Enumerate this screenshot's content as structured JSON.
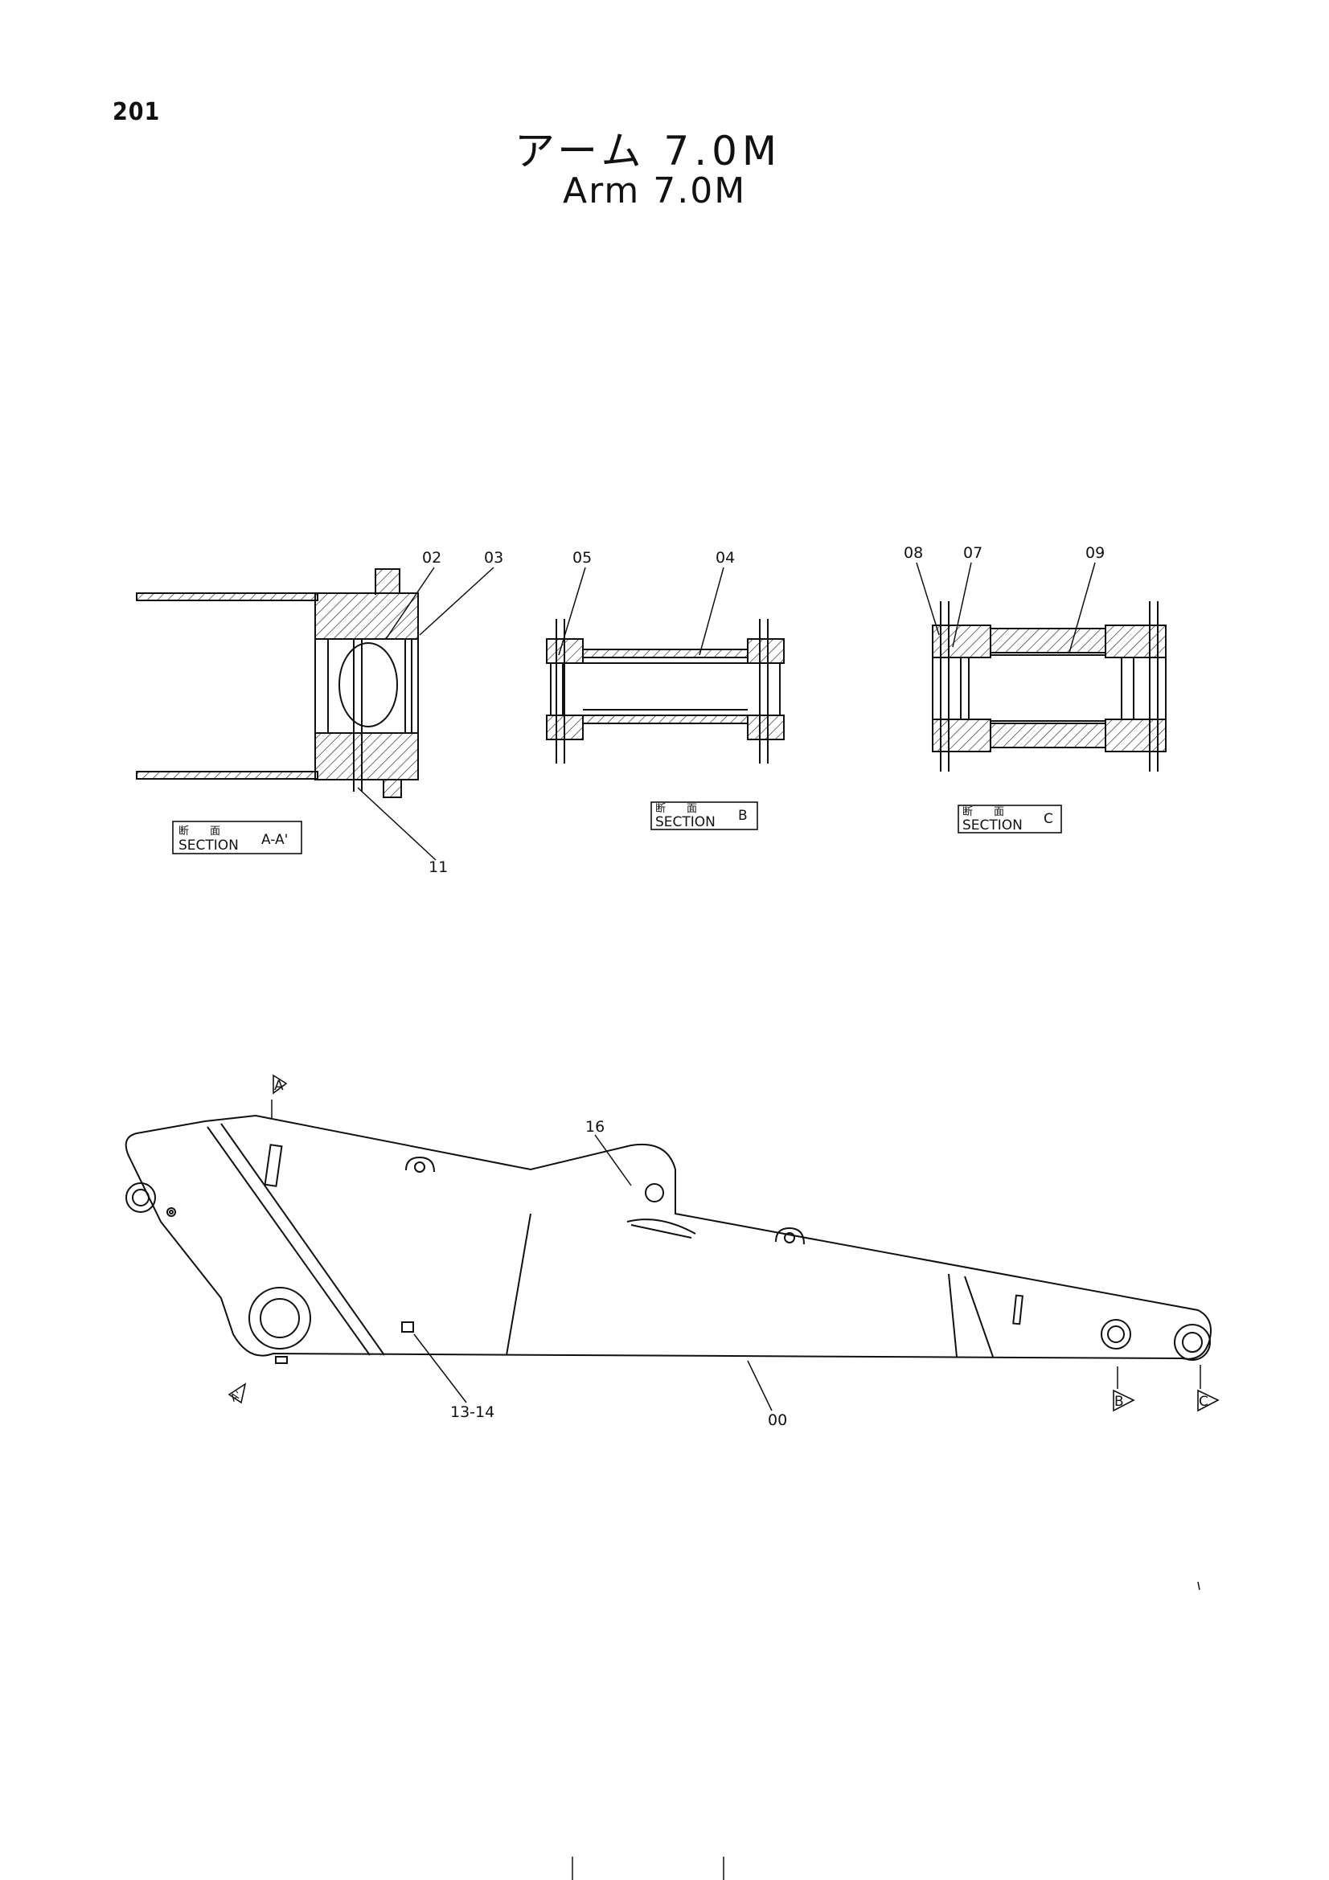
{
  "page_number": "201",
  "title_jp": "アーム 7.0M",
  "title_en": "Arm 7.0M",
  "sections": [
    {
      "jp": "断　　面",
      "section": "SECTION",
      "id": "A-A'"
    },
    {
      "jp": "断　　面",
      "section": "SECTION",
      "id": "B"
    },
    {
      "jp": "断　　面",
      "section": "SECTION",
      "id": "C"
    }
  ],
  "part_labels": {
    "p02": "02",
    "p03": "03",
    "p11": "11",
    "p05": "05",
    "p04": "04",
    "p08": "08",
    "p07": "07",
    "p09": "09",
    "p16": "16",
    "p13_14": "13-14",
    "p00": "00"
  },
  "section_markers": {
    "a_top": "A",
    "a_bottom": "A'",
    "b": "B",
    "c": "C"
  }
}
